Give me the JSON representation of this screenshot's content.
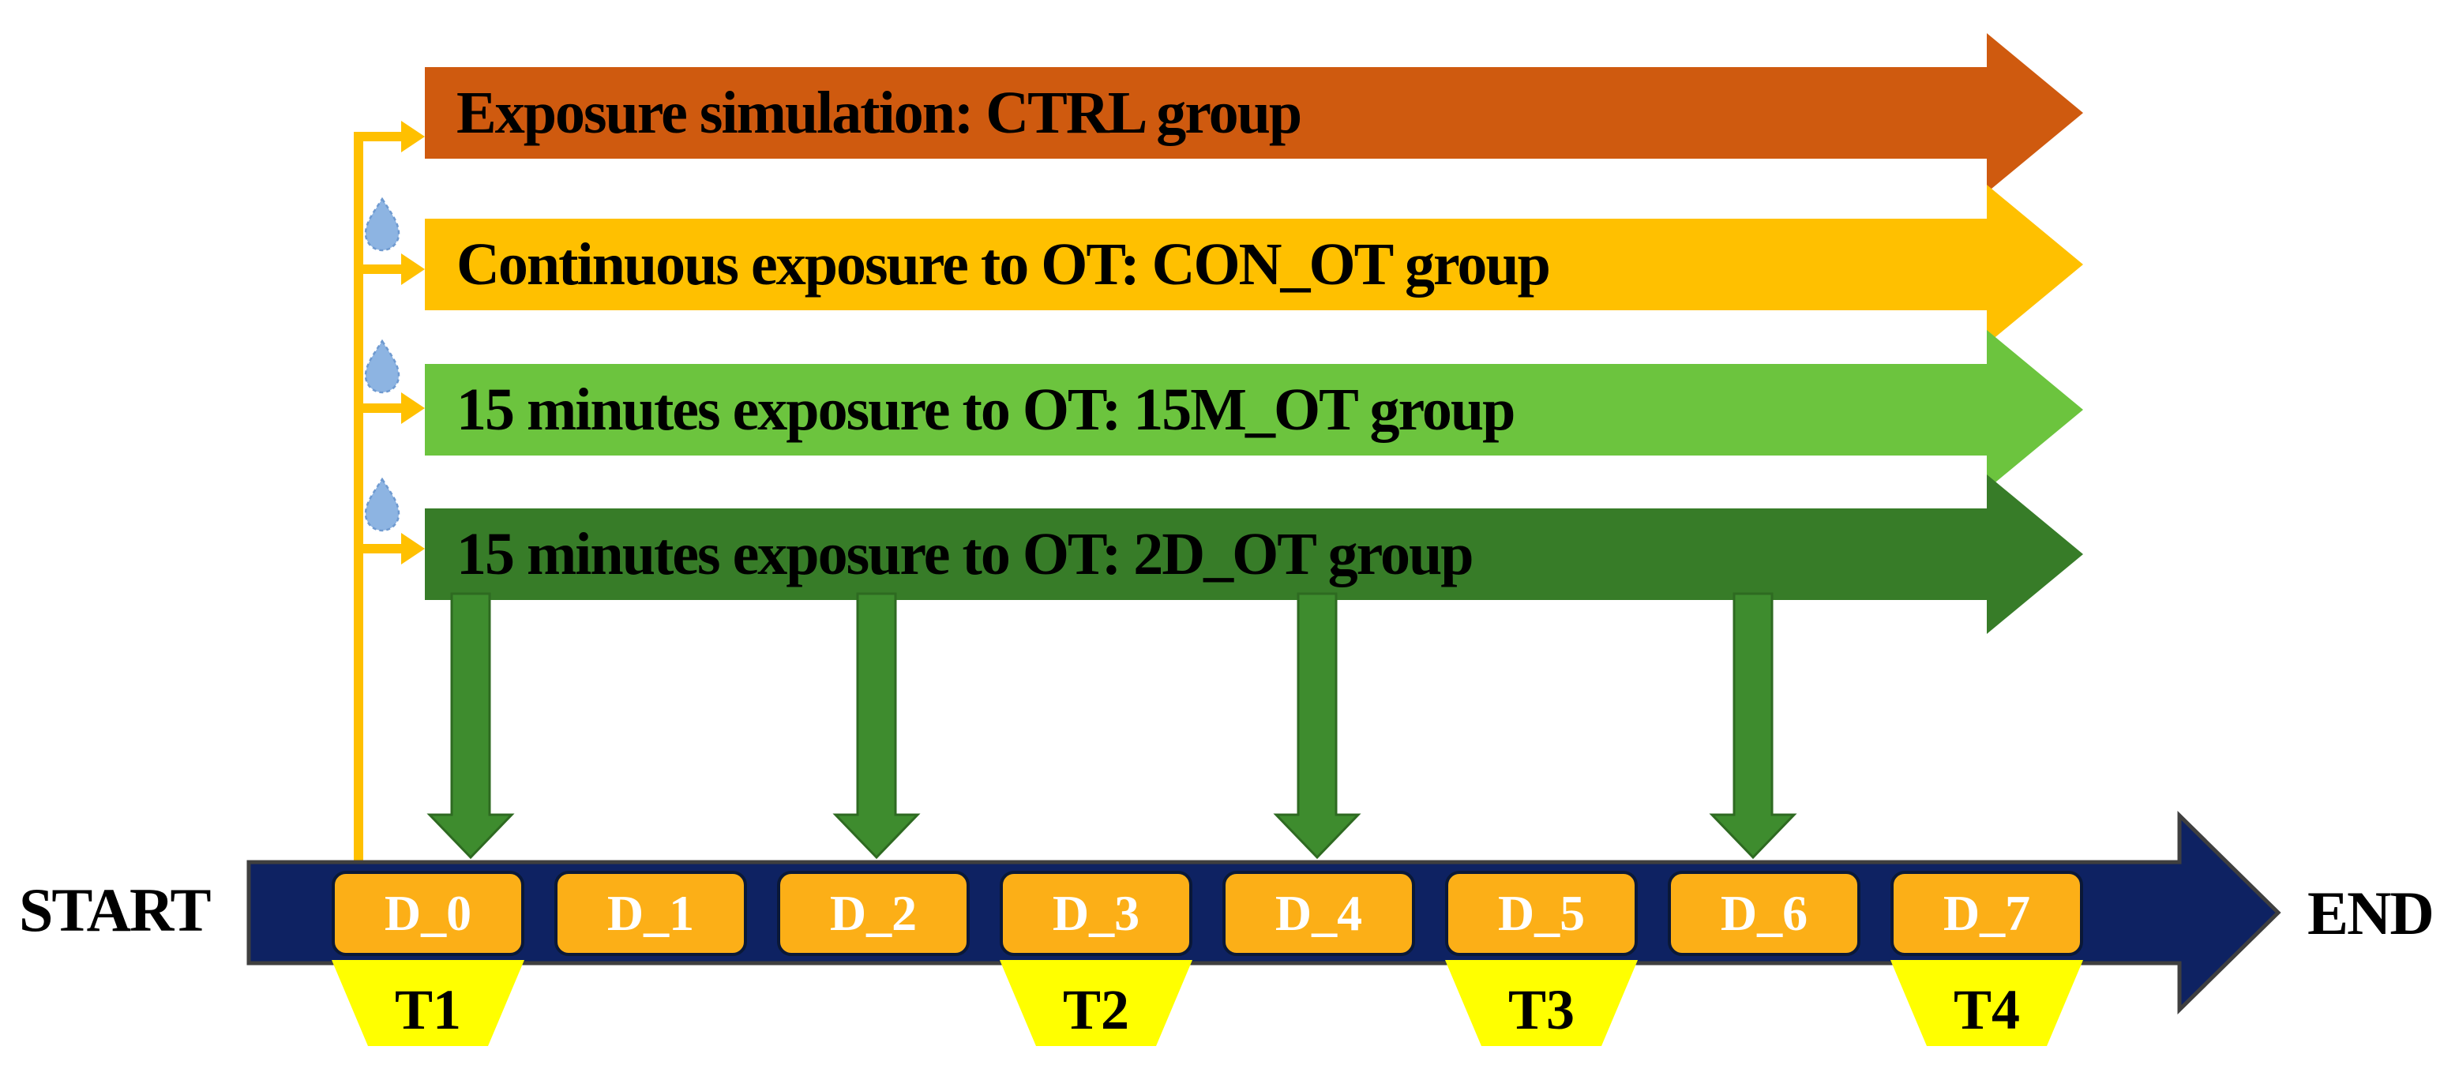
{
  "diagram": {
    "groups": [
      {
        "label": "Exposure simulation: CTRL group",
        "name": "CTRL",
        "color": "#CF5A0F",
        "droplet": false
      },
      {
        "label": "Continuous exposure to OT: CON_OT group",
        "name": "CON_OT",
        "color": "#FFC000",
        "droplet": true
      },
      {
        "label": "15 minutes exposure to OT: 15M_OT group",
        "name": "15M_OT",
        "color": "#6CC43E",
        "droplet": true
      },
      {
        "label": "15 minutes exposure to OT: 2D_OT group",
        "name": "2D_OT",
        "color": "#377C28",
        "droplet": true
      }
    ],
    "timeline": {
      "start_label": "START",
      "end_label": "END",
      "arrow_color": "#0E2262",
      "day_box_color": "#FCAF17",
      "days": [
        {
          "label": "D_0"
        },
        {
          "label": "D_1"
        },
        {
          "label": "D_2"
        },
        {
          "label": "D_3"
        },
        {
          "label": "D_4"
        },
        {
          "label": "D_5"
        },
        {
          "label": "D_6"
        },
        {
          "label": "D_7"
        }
      ],
      "terms": [
        {
          "label": "T1",
          "under_day": "D_0"
        },
        {
          "label": "T2",
          "under_day": "D_3"
        },
        {
          "label": "T3",
          "under_day": "D_5"
        },
        {
          "label": "T4",
          "under_day": "D_7"
        }
      ],
      "down_arrow_days": [
        "D_0",
        "D_2",
        "D_4",
        "D_6"
      ]
    },
    "colors": {
      "droplet": "#8DB4E2",
      "droplet_outline": "#6F9AD0",
      "connector": "#FFC000",
      "down_arrow": "#3E8C2E",
      "down_arrow_outline": "#2E6A21",
      "term_marker": "#FFFF00",
      "timeline_outline": "#3F3F3F",
      "day_box_border": "#0A1837",
      "bar_text": "#000000",
      "day_text": "#FFFFFF"
    }
  }
}
